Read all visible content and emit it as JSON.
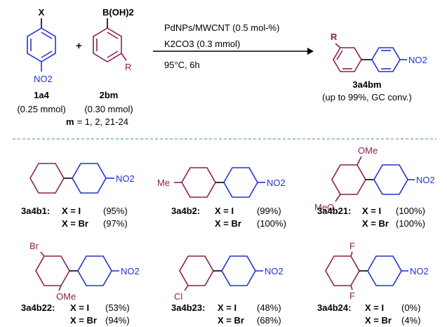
{
  "reactants": {
    "r1": {
      "x_label": "X",
      "no2_label": "NO2",
      "code": "1a4",
      "amount": "(0.25 mmol)"
    },
    "plus": "+",
    "r2": {
      "boh_label": "B(OH)2",
      "r_label": "R",
      "code": "2bm",
      "amount": "(0.30 mmol)",
      "m_label": "m",
      "m_values": "= 1, 2, 21-24"
    }
  },
  "conditions": {
    "catalyst": "PdNPs/MWCNT (0.5 mol-%)",
    "base": "K2CO3 (0.3 mmol)",
    "temp_time": "95°C, 6h"
  },
  "product": {
    "r_label": "R",
    "no2_label": "NO2",
    "code": "3a4bm",
    "yield_note": "(up to 99%, GC conv.)"
  },
  "examples": [
    {
      "code": "3a4b1:",
      "substituents": [],
      "row1": "X = I",
      "val1": "(95%)",
      "row2": "X = Br",
      "val2": "(97%)",
      "no2": "NO2"
    },
    {
      "code": "3a4b2:",
      "substituents": [
        "Me"
      ],
      "row1": "X = I",
      "val1": "(99%)",
      "row2": "X = Br",
      "val2": "(100%)",
      "no2": "NO2"
    },
    {
      "code": "3a4b21:",
      "substituents": [
        "OMe",
        "MeO"
      ],
      "row1": "X = I",
      "val1": "(100%)",
      "row2": "X = Br",
      "val2": "(100%)",
      "no2": "NO2"
    },
    {
      "code": "3a4b22:",
      "substituents": [
        "Br",
        "OMe"
      ],
      "row1": "X = I",
      "val1": "(53%)",
      "row2": "X = Br",
      "val2": "(94%)",
      "no2": "NO2"
    },
    {
      "code": "3a4b23:",
      "substituents": [
        "Cl"
      ],
      "row1": "X = I",
      "val1": "(48%)",
      "row2": "X = Br",
      "val2": "(68%)",
      "no2": "NO2"
    },
    {
      "code": "3a4b24:",
      "substituents": [
        "F",
        "F"
      ],
      "row1": "X = I",
      "val1": "(0%)",
      "row2": "X = Br",
      "val2": "(4%)",
      "no2": "NO2"
    }
  ],
  "colors": {
    "nitroarene": "#2233cc",
    "boronic": "#8a1f52",
    "divider": "#5aa6a0"
  }
}
